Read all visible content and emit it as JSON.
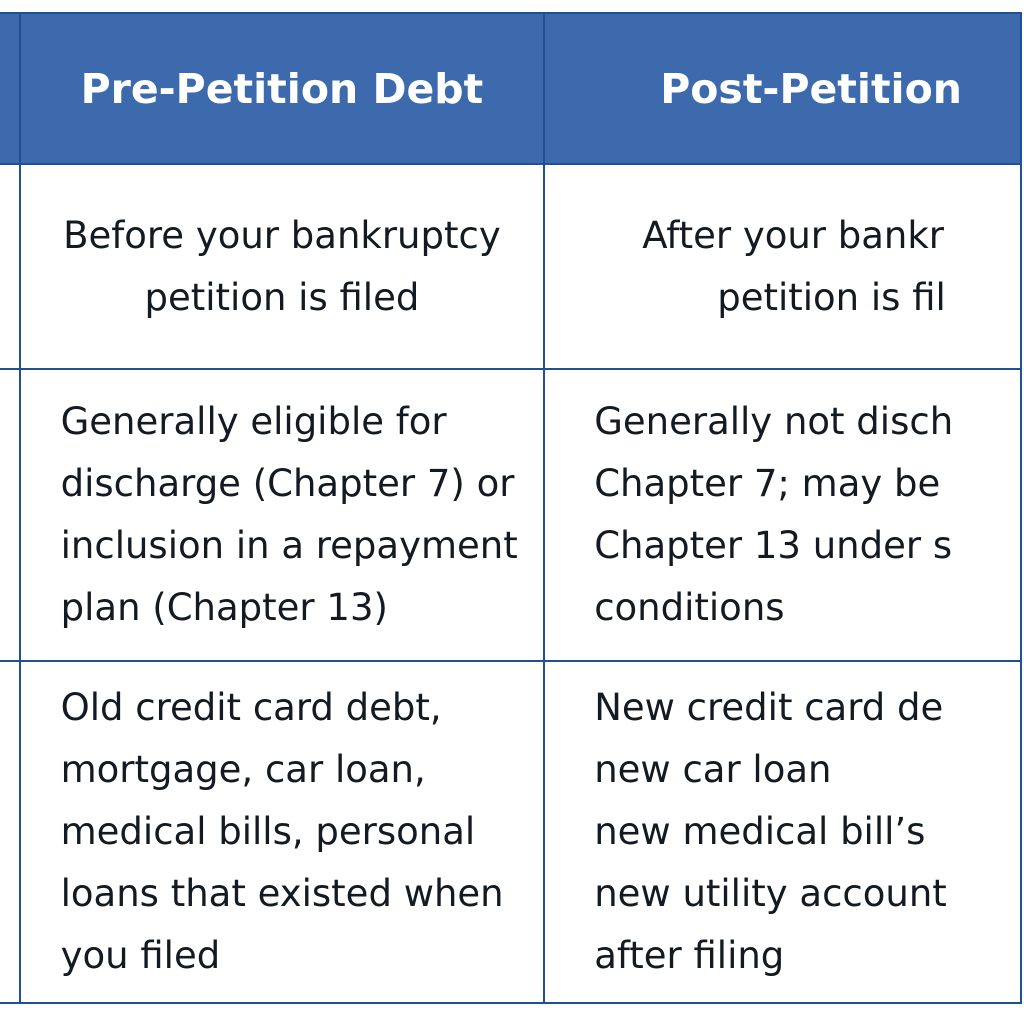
{
  "header": {
    "columns": [
      "",
      "Pre-Petition Debt",
      "Post-Petition"
    ]
  },
  "rows": [
    {
      "pre": [
        "Before your bankruptcy",
        "petition is filed"
      ],
      "post": [
        "After your bankr",
        "petition is fil"
      ]
    },
    {
      "pre": [
        "Generally eligible for",
        "discharge (Chapter 7) or",
        "inclusion in a repayment",
        "plan (Chapter 13)"
      ],
      "post": [
        "Generally not disch",
        "Chapter 7; may be",
        "Chapter 13 under s",
        "conditions"
      ]
    },
    {
      "pre": [
        "Old credit card debt,",
        "mortgage, car loan,",
        "medical bills, personal",
        "loans that existed when",
        "you filed"
      ],
      "post": [
        "New credit card de",
        "new car loan",
        "new medical bill’s",
        "new utility account",
        "after filing"
      ]
    }
  ],
  "colors": {
    "header_bg": "#3d6aac",
    "border": "#1f4f94"
  }
}
